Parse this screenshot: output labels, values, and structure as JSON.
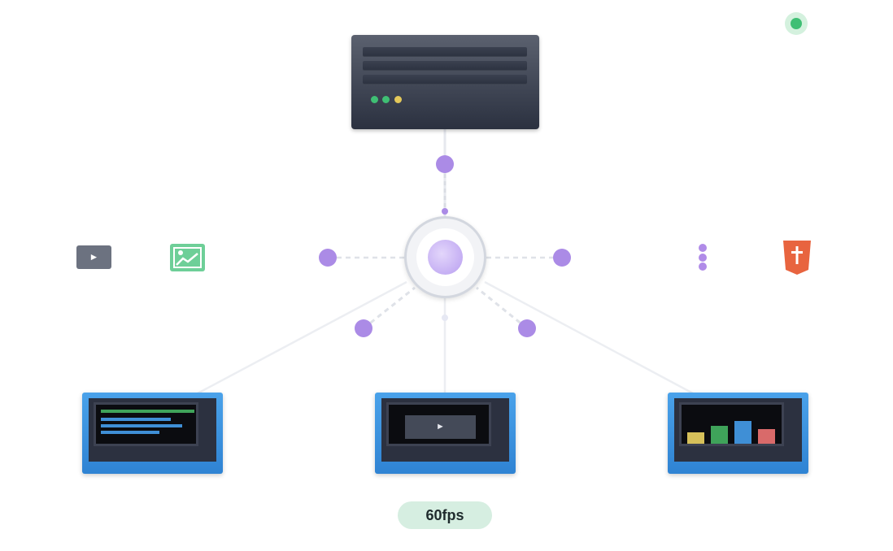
{
  "status": {
    "indicator": "online",
    "color": "#3fbf74"
  },
  "server": {
    "icon": "server-rack-icon",
    "leds": [
      "#3fbf74",
      "#3fbf74",
      "#e3c85a"
    ]
  },
  "hub": {
    "icon": "hub-icon",
    "color": "#b89ef0"
  },
  "left_icons": [
    {
      "name": "video-icon",
      "glyph": "►"
    },
    {
      "name": "image-chart-icon"
    }
  ],
  "right_icons": [
    {
      "name": "more-dots-icon"
    },
    {
      "name": "html5-shield-icon",
      "color": "#e8643f"
    }
  ],
  "screens": {
    "code": {
      "icon": "code-editor-icon",
      "lines": [
        "#3fa35a",
        "#3f8fd6",
        "#3f8fd6",
        "#3f8fd6"
      ]
    },
    "video": {
      "icon": "video-player-icon",
      "glyph": "►"
    },
    "chart": {
      "icon": "bar-chart-icon",
      "bars": [
        {
          "value": 0.5,
          "color": "#d6c05a"
        },
        {
          "value": 0.8,
          "color": "#3fa35a"
        },
        {
          "value": 1.0,
          "color": "#3f8fd6"
        },
        {
          "value": 0.65,
          "color": "#d96a6a"
        }
      ]
    }
  },
  "connector_color": "#ab8be6",
  "fps_label": "60fps"
}
